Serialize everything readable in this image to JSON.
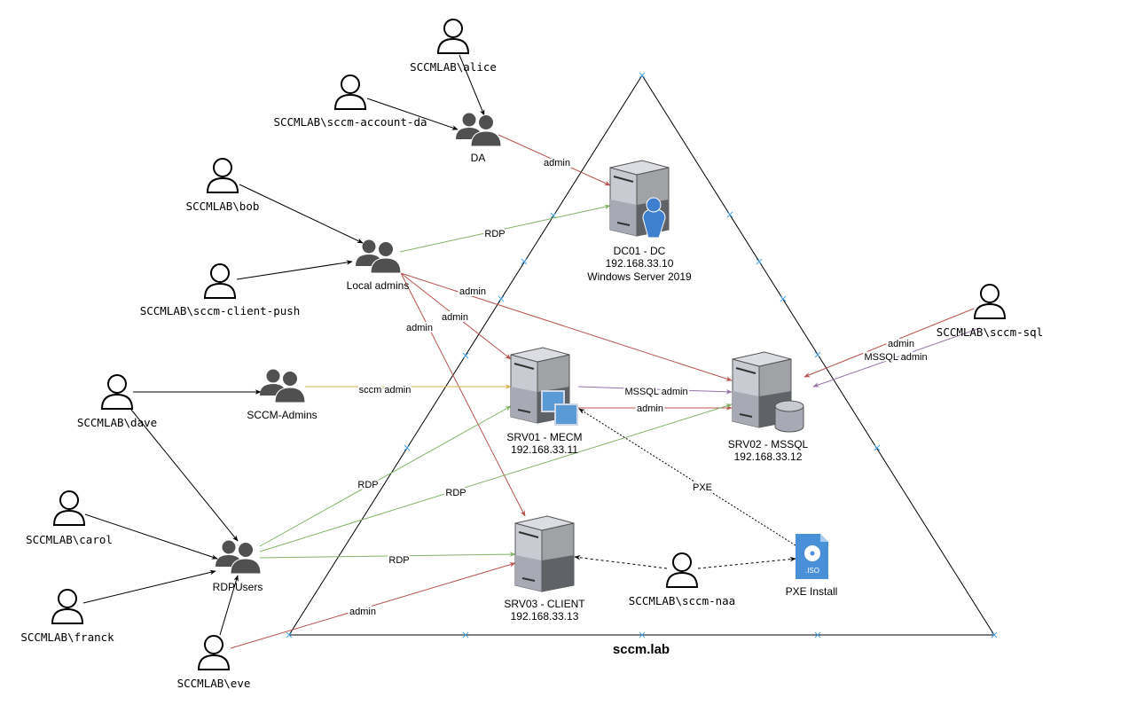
{
  "domain_label": "sccm.lab",
  "colors": {
    "admin": "#b85450",
    "rdp": "#82b366",
    "sccm_admin": "#d6b656",
    "mssql_admin": "#9673a6",
    "iso": "#4a90d9"
  },
  "users": {
    "alice": "SCCMLAB\\alice",
    "account_da": "SCCMLAB\\sccm-account-da",
    "bob": "SCCMLAB\\bob",
    "client_push": "SCCMLAB\\sccm-client-push",
    "dave": "SCCMLAB\\dave",
    "carol": "SCCMLAB\\carol",
    "franck": "SCCMLAB\\franck",
    "eve": "SCCMLAB\\eve",
    "naa": "SCCMLAB\\sccm-naa",
    "sql": "SCCMLAB\\sccm-sql"
  },
  "groups": {
    "da": "DA",
    "local_admins": "Local admins",
    "sccm_admins": "SCCM-Admins",
    "rdp_users": "RDPUsers"
  },
  "servers": {
    "dc01": {
      "name": "DC01 - DC",
      "ip": "192.168.33.10",
      "os": "Windows Server 2019"
    },
    "srv01": {
      "name": "SRV01 - MECM",
      "ip": "192.168.33.11"
    },
    "srv02": {
      "name": "SRV02 - MSSQL",
      "ip": "192.168.33.12"
    },
    "srv03": {
      "name": "SRV03 - CLIENT",
      "ip": "192.168.33.13"
    }
  },
  "pxe": {
    "label": "PXE Install",
    "icon_text": ".ISO"
  },
  "edge_labels": {
    "admin": "admin",
    "rdp": "RDP",
    "sccm_admin": "sccm admin",
    "mssql_admin": "MSSQL admin",
    "pxe": "PXE"
  }
}
